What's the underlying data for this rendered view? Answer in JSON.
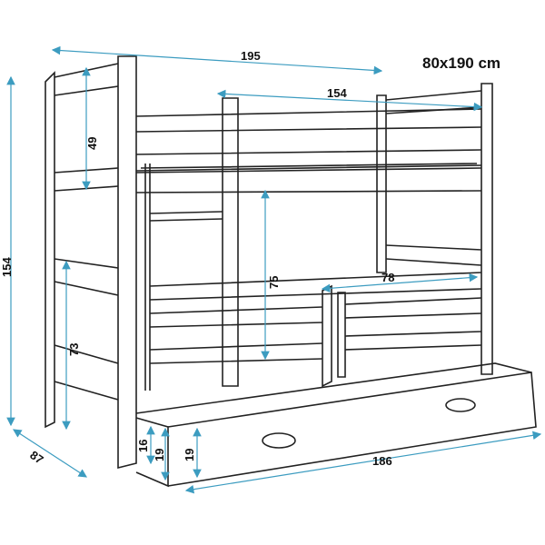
{
  "title": "80x190 cm",
  "dimensions": {
    "overall_length": "195",
    "inner_length": "154",
    "rail_height": "49",
    "total_height": "154",
    "lower_clearance": "75",
    "lower_rail_length": "78",
    "lower_side_height": "73",
    "depth": "87",
    "drawer_clearance": "16",
    "drawer_side_height": "19",
    "drawer_front_height": "19",
    "drawer_length": "186"
  },
  "colors": {
    "dimension": "#3c9cc0",
    "line": "#222222"
  }
}
